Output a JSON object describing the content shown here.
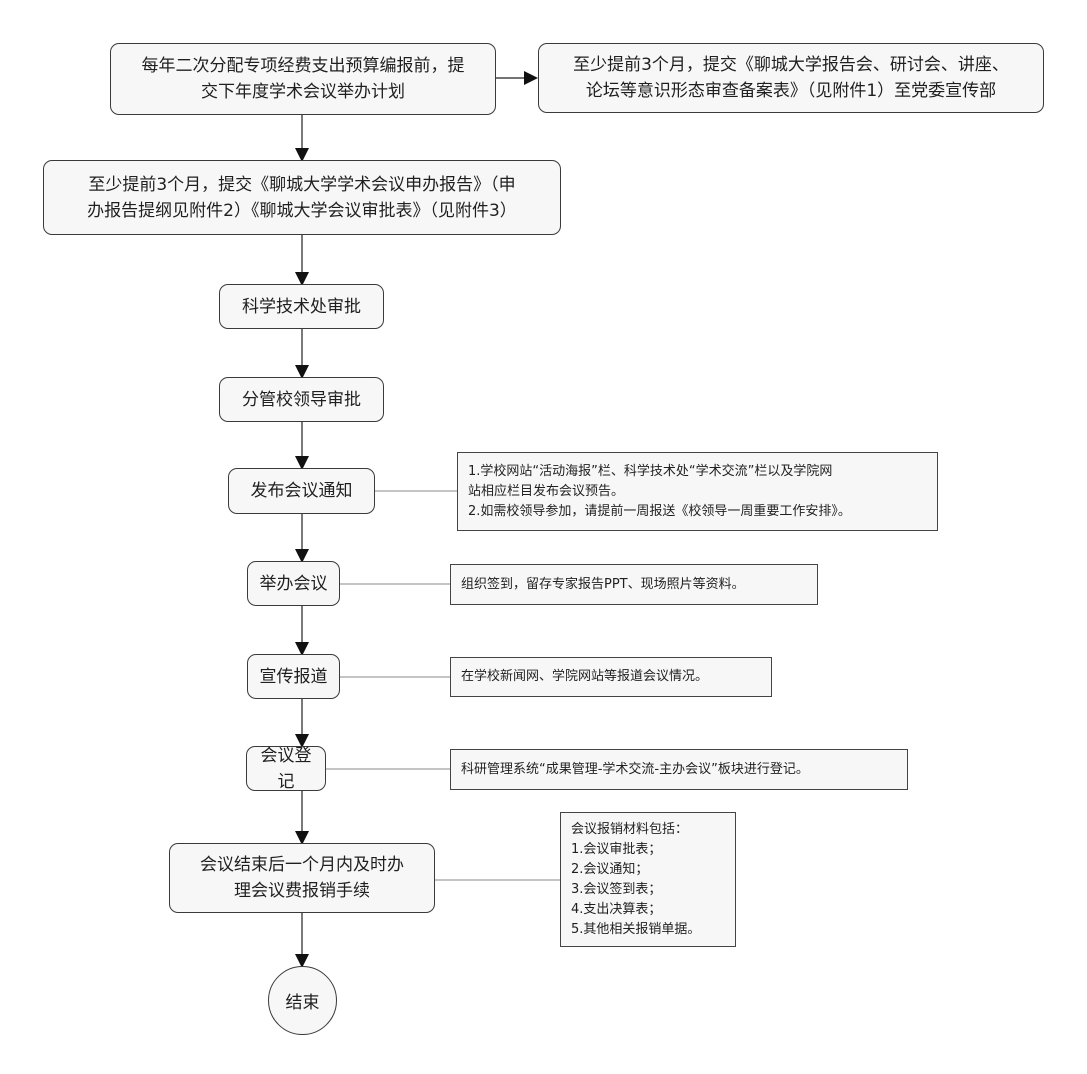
{
  "diagram": {
    "type": "flowchart",
    "steps": [
      {
        "id": "plan",
        "lines": [
          "每年二次分配专项经费支出预算编报前，提",
          "交下年度学术会议举办计划"
        ]
      },
      {
        "id": "apply",
        "lines": [
          "至少提前3个月，提交《聊城大学学术会议申办报告》（申",
          "办报告提纲见附件2）《聊城大学会议审批表》（见附件3）"
        ]
      },
      {
        "id": "sci-approval",
        "lines": [
          "科学技术处审批"
        ]
      },
      {
        "id": "leader-approval",
        "lines": [
          "分管校领导审批"
        ]
      },
      {
        "id": "publish-notice",
        "lines": [
          "发布会议通知"
        ]
      },
      {
        "id": "hold-meeting",
        "lines": [
          "举办会议"
        ]
      },
      {
        "id": "publicity",
        "lines": [
          "宣传报道"
        ]
      },
      {
        "id": "register",
        "lines": [
          "会议登记"
        ]
      },
      {
        "id": "reimburse",
        "lines": [
          "会议结束后一个月内及时办",
          "理会议费报销手续"
        ]
      },
      {
        "id": "end",
        "lines": [
          "结束"
        ]
      }
    ],
    "notes": [
      {
        "id": "ideology-record",
        "attached_to": "plan",
        "connector": "arrow",
        "lines": [
          "至少提前3个月，提交《聊城大学报告会、研讨会、讲座、",
          "论坛等意识形态审查备案表》（见附件1）至党委宣传部"
        ]
      },
      {
        "id": "notice-detail",
        "attached_to": "publish-notice",
        "connector": "line",
        "lines": [
          "1.学校网站“活动海报”栏、科学技术处“学术交流”栏以及学院网",
          "站相应栏目发布会议预告。",
          "2.如需校领导参加，请提前一周报送《校领导一周重要工作安排》。"
        ]
      },
      {
        "id": "meeting-detail",
        "attached_to": "hold-meeting",
        "connector": "line",
        "lines": [
          "组织签到，留存专家报告PPT、现场照片等资料。"
        ]
      },
      {
        "id": "publicity-detail",
        "attached_to": "publicity",
        "connector": "line",
        "lines": [
          "在学校新闻网、学院网站等报道会议情况。"
        ]
      },
      {
        "id": "register-detail",
        "attached_to": "register",
        "connector": "line",
        "lines": [
          "科研管理系统“成果管理-学术交流-主办会议”板块进行登记。"
        ]
      },
      {
        "id": "reimburse-detail",
        "attached_to": "reimburse",
        "connector": "line",
        "lines": [
          "会议报销材料包括：",
          "1.会议审批表；",
          "2.会议通知；",
          "3.会议签到表；",
          "4.支出决算表；",
          "5.其他相关报销单据。"
        ]
      }
    ],
    "colors": {
      "node_fill": "#f7f7f7",
      "stroke": "#222222",
      "connector": "#888888"
    }
  }
}
